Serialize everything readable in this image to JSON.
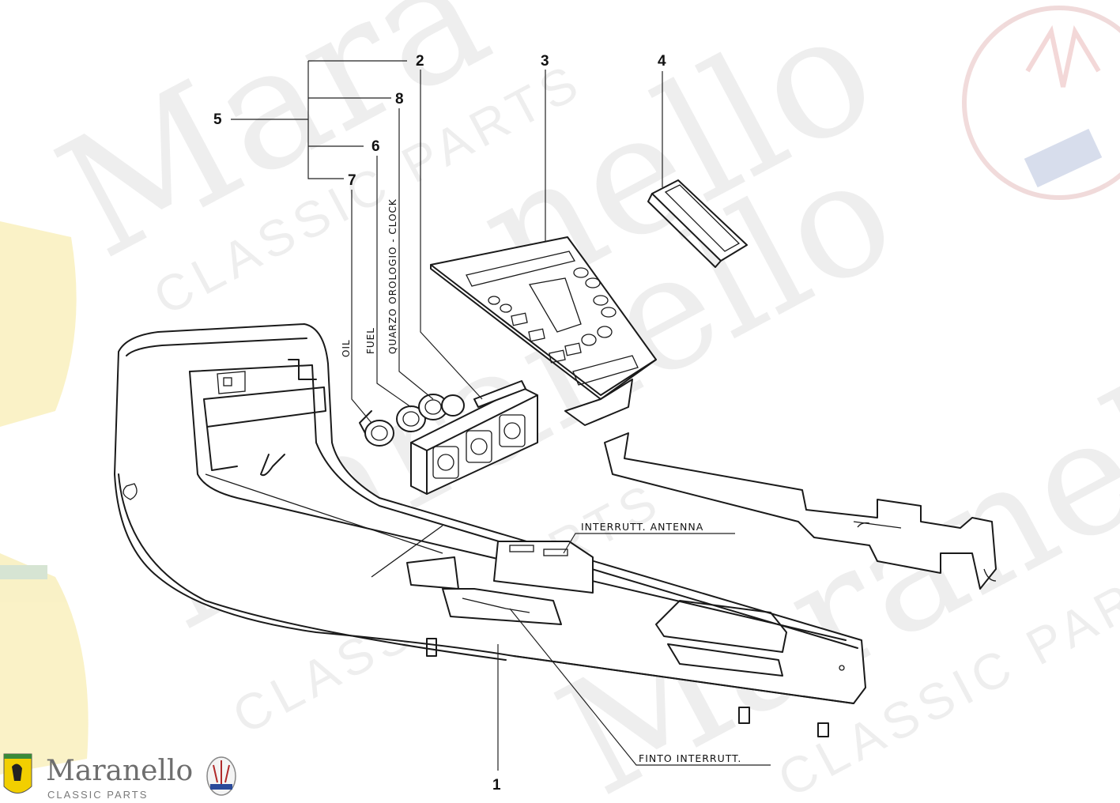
{
  "diagram": {
    "part_numbers": {
      "n1": "1",
      "n2": "2",
      "n3": "3",
      "n4": "4",
      "n5": "5",
      "n6": "6",
      "n7": "7",
      "n8": "8"
    },
    "gauge_labels": {
      "oil": "OIL",
      "fuel": "FUEL",
      "clock": "QUARZO OROLOGIO - CLOCK"
    },
    "callouts": {
      "antenna_switch": "INTERRUTT. ANTENNA",
      "dummy_switch": "FINTO INTERRUTT."
    }
  },
  "watermark": {
    "brand": "Maranello",
    "line1": "Mara",
    "line2": "nello",
    "sub": "CLASSIC PARTS"
  },
  "footer": {
    "brand_name": "Maranello",
    "brand_sub": "CLASSIC PARTS"
  }
}
